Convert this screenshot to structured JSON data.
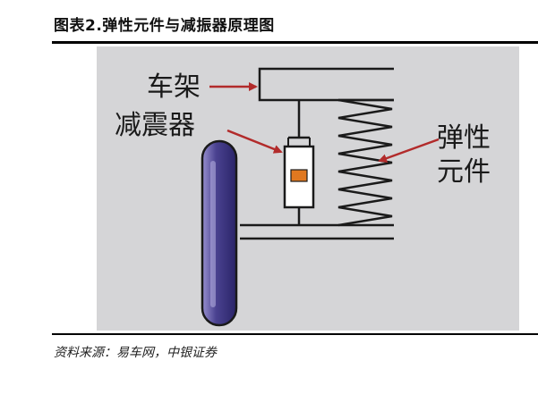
{
  "figure": {
    "title": "图表2.弹性元件与减振器原理图",
    "source": "资料来源：易车网，中银证券"
  },
  "diagram": {
    "labels": {
      "frame": "车架",
      "damper": "减震器",
      "elastic_line1": "弹性",
      "elastic_line2": "元件"
    },
    "colors": {
      "background": "#d5d5d7",
      "line": "#1a1a1a",
      "arrow": "#b22b2b",
      "wheel_fill": "#4a4290",
      "wheel_highlight": "#9890d0",
      "piston": "#e07820"
    }
  }
}
